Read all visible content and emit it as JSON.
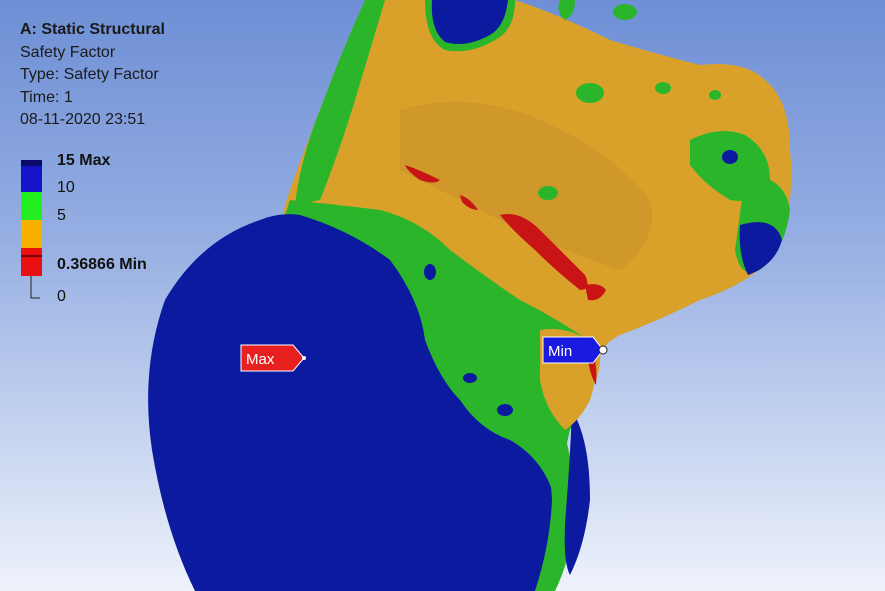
{
  "header": {
    "title": "A: Static Structural",
    "result_name": "Safety Factor",
    "type_line": "Type: Safety Factor",
    "time_line": "Time: 1",
    "timestamp": "08-11-2020 23:51"
  },
  "legend": {
    "entries": [
      {
        "label": "15 Max",
        "bold": true,
        "color": "#0a0aa8"
      },
      {
        "label": "10",
        "bold": false,
        "color": "#1414c8"
      },
      {
        "label": "5",
        "bold": false,
        "color": "#22ee22"
      },
      {
        "label": "0.36866 Min",
        "bold": true,
        "color": "#f5b000"
      },
      {
        "label": "0",
        "bold": false,
        "color": "#e81010"
      }
    ]
  },
  "markers": {
    "max_label": "Max",
    "min_label": "Min",
    "max_color": "#e82020",
    "min_color": "#1a1ae0"
  },
  "colors": {
    "blue": "#0c1aa0",
    "green": "#2bb52b",
    "orange": "#d9a12a",
    "red": "#c81414"
  }
}
